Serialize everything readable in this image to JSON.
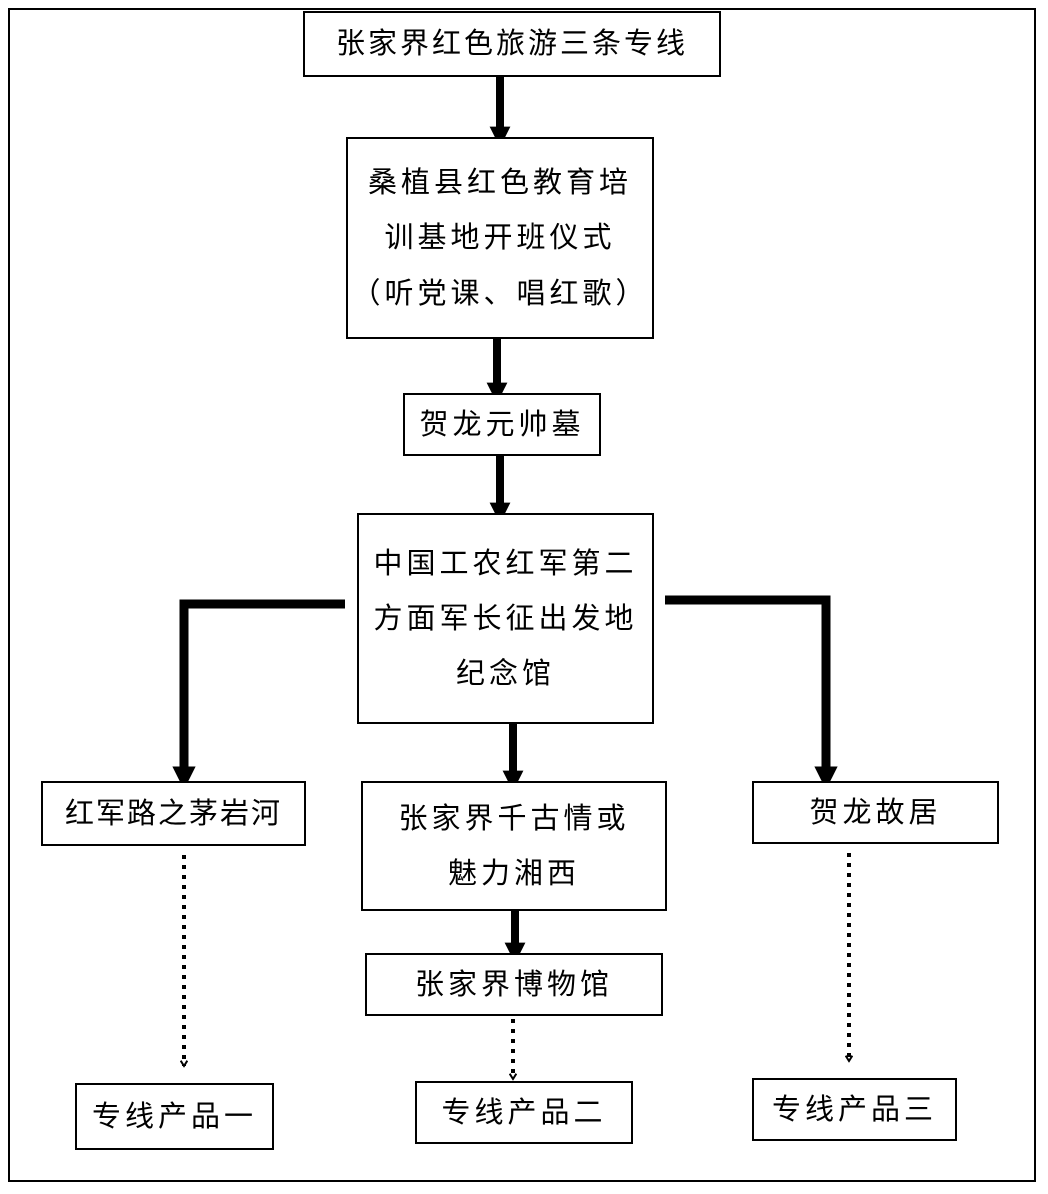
{
  "title": "张家界红色旅游三条专线",
  "nodes": {
    "sangzhi": "桑植县红色教育培\n训基地开班仪式\n（听党课、唱红歌）",
    "helong_tomb": "贺龙元帅墓",
    "memorial": "中国工农红军第二\n方面军长征出发地\n纪念馆",
    "maoyanhe": "红军路之茅岩河",
    "qiangu": "张家界千古情或\n魅力湘西",
    "museum": "张家界博物馆",
    "helong_home": "贺龙故居",
    "product1": "专线产品一",
    "product2": "专线产品二",
    "product3": "专线产品三"
  },
  "colors": {
    "line": "#000000",
    "background": "#ffffff"
  }
}
